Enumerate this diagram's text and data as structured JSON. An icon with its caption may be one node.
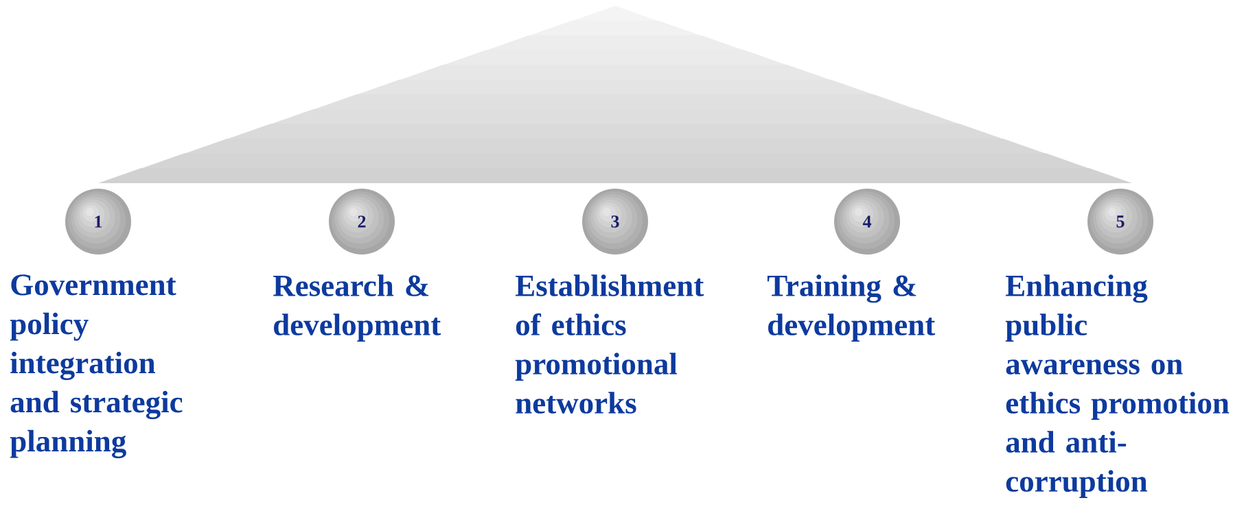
{
  "diagram": {
    "nodes": [
      {
        "text": [
          "1"
        ],
        "beside": [
          "Government policy integration and strategic planning"
        ]
      },
      {
        "text": [
          "2"
        ],
        "beside": [
          "Research & development"
        ]
      },
      {
        "text": [
          "3"
        ],
        "beside": [
          "Establishment of ethics promotional networks"
        ]
      },
      {
        "text": [
          "4"
        ],
        "beside": [
          "Training & development"
        ]
      },
      {
        "text": [
          "5"
        ],
        "beside": [
          "Enhancing public awareness on ethics promotion and anti-corruption"
        ]
      }
    ]
  }
}
